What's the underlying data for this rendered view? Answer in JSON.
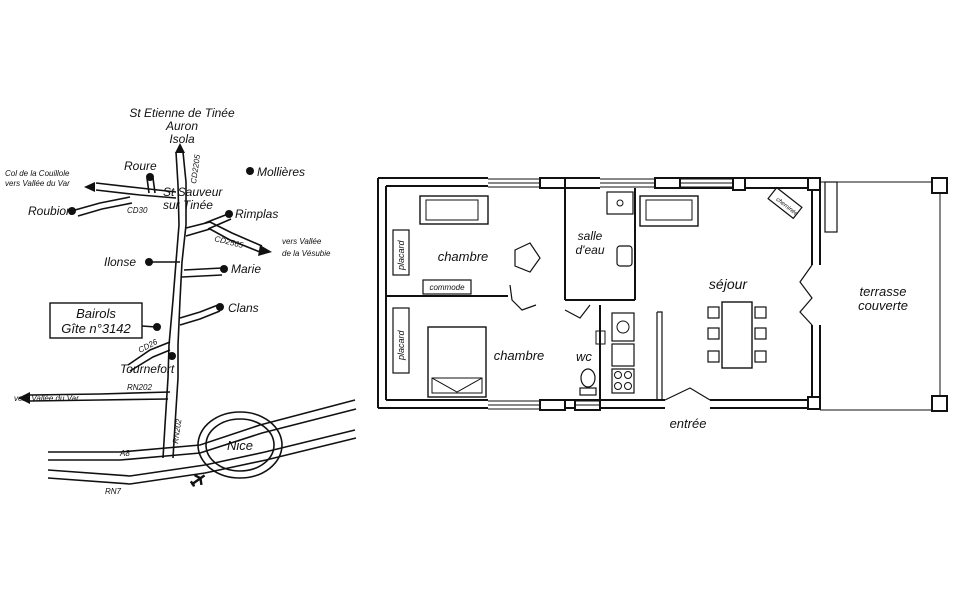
{
  "map": {
    "towns": {
      "st_etienne": "St Etienne de Tinée",
      "auron": "Auron",
      "isola": "Isola",
      "roure": "Roure",
      "mollieres": "Mollières",
      "st_sauveur_1": "St Sauveur",
      "st_sauveur_2": "sur Tinée",
      "roubion": "Roubion",
      "rimplas": "Rimplas",
      "ilonse": "Ilonse",
      "marie": "Marie",
      "clans": "Clans",
      "tournefort": "Tournefort",
      "nice": "Nice"
    },
    "directions": {
      "couillole_1": "Col de la Couillole",
      "couillole_2": "vers Vallée du Var",
      "vesubie_1": "vers Vallée",
      "vesubie_2": "de la Vésubie",
      "var": "vers Vallée du Var"
    },
    "roads": {
      "cd2205": "CD2205",
      "cd30": "CD30",
      "cd2565": "CD2565",
      "cd26": "CD26",
      "rn202_h": "RN202",
      "rn202_v": "RN202",
      "a8": "A8",
      "rn7": "RN7"
    },
    "location_box": {
      "line1": "Bairols",
      "line2": "Gîte n°3142"
    },
    "airport_icon": "airplane-icon"
  },
  "plan": {
    "rooms": {
      "chambre_1": "chambre",
      "chambre_2": "chambre",
      "salle_eau_1": "salle",
      "salle_eau_2": "d'eau",
      "wc": "wc",
      "sejour": "séjour",
      "terrasse_1": "terrasse",
      "terrasse_2": "couverte",
      "entree": "entrée"
    },
    "furniture": {
      "placard_1": "placard",
      "placard_2": "placard",
      "commode": "commode",
      "cheminee": "cheminée"
    }
  }
}
